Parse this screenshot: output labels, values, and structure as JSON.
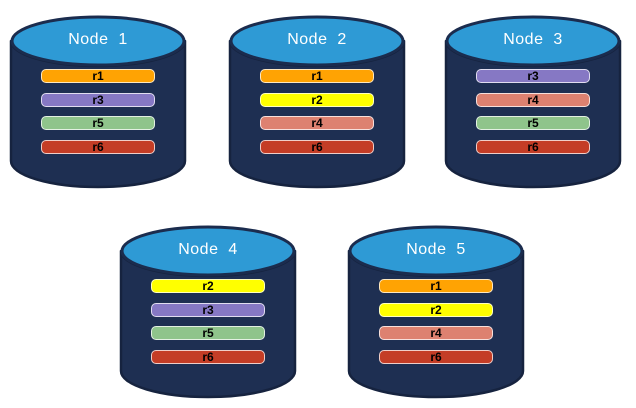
{
  "diagram": {
    "background": "#FFFFFF",
    "cylinder_body_color": "#1E2F52",
    "cylinder_outline_color": "#16233F",
    "cylinder_top_color": "#2E9AD5",
    "title_text_color": "#FFFFFF",
    "bar_text_color": "#000000"
  },
  "partition_colors": {
    "r1": "#FFA303",
    "r2": "#FFFF00",
    "r3": "#8678C4",
    "r4": "#DD8170",
    "r5": "#8FC48B",
    "r6": "#C43D26"
  },
  "nodes": [
    {
      "title": "Node  1",
      "bars": [
        {
          "label": "r1",
          "color": "#FFA303"
        },
        {
          "label": "r3",
          "color": "#8678C4"
        },
        {
          "label": "r5",
          "color": "#8FC48B"
        },
        {
          "label": "r6",
          "color": "#C43D26"
        }
      ]
    },
    {
      "title": "Node  2",
      "bars": [
        {
          "label": "r1",
          "color": "#FFA303"
        },
        {
          "label": "r2",
          "color": "#FFFF00"
        },
        {
          "label": "r4",
          "color": "#DD8170"
        },
        {
          "label": "r6",
          "color": "#C43D26"
        }
      ]
    },
    {
      "title": "Node  3",
      "bars": [
        {
          "label": "r3",
          "color": "#8678C4"
        },
        {
          "label": "r4",
          "color": "#DD8170"
        },
        {
          "label": "r5",
          "color": "#8FC48B"
        },
        {
          "label": "r6",
          "color": "#C43D26"
        }
      ]
    },
    {
      "title": "Node  4",
      "bars": [
        {
          "label": "r2",
          "color": "#FFFF00"
        },
        {
          "label": "r3",
          "color": "#8678C4"
        },
        {
          "label": "r5",
          "color": "#8FC48B"
        },
        {
          "label": "r6",
          "color": "#C43D26"
        }
      ]
    },
    {
      "title": "Node  5",
      "bars": [
        {
          "label": "r1",
          "color": "#FFA303"
        },
        {
          "label": "r2",
          "color": "#FFFF00"
        },
        {
          "label": "r4",
          "color": "#DD8170"
        },
        {
          "label": "r6",
          "color": "#C43D26"
        }
      ]
    }
  ]
}
